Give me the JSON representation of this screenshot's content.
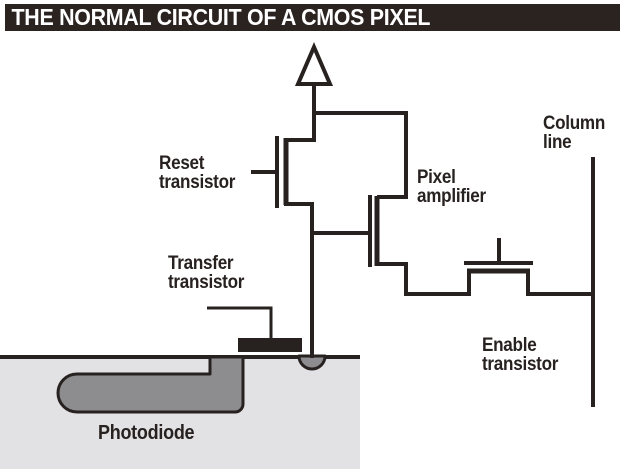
{
  "title": "THE NORMAL CIRCUIT OF A CMOS PIXEL",
  "labels": {
    "reset": "Reset\ntransistor",
    "transfer": "Transfer\ntransistor",
    "pixel_amplifier": "Pixel\namplifier",
    "column_line": "Column\nline",
    "enable": "Enable\ntransistor",
    "photodiode": "Photodiode"
  },
  "colors": {
    "ink": "#272120",
    "title_bg": "#2b2320",
    "title_text": "#ffffff",
    "substrate": "#e2e1e4",
    "diffusion": "#8d8d90",
    "background": "#ffffff"
  }
}
